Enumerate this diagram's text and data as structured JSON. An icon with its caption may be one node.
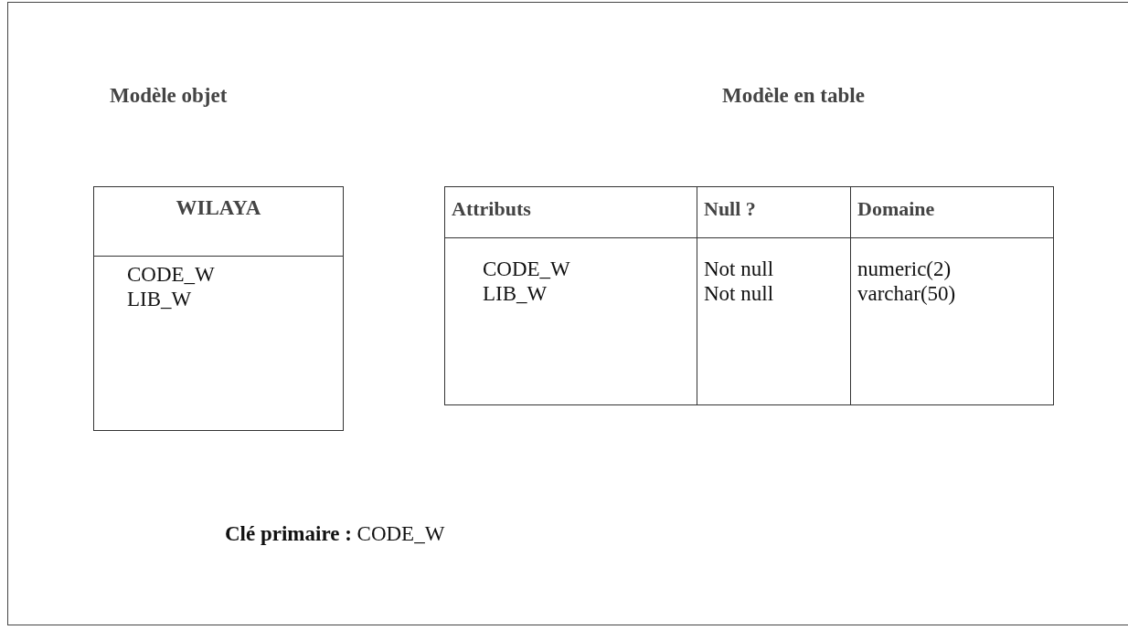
{
  "diagram": {
    "nodes": [
      {
        "text": [
          "WILAYA",
          "CODE_W",
          "LIB_W"
        ]
      }
    ],
    "edges": [],
    "labels": [
      "Modèle objet",
      "Modèle en table",
      "Attributs",
      "Null ?",
      "Domaine",
      "CODE_W",
      "Not null",
      "numeric(2)",
      "LIB_W",
      "Not null",
      "varchar(50)",
      "**Clé primaire :** CODE_W"
    ]
  }
}
